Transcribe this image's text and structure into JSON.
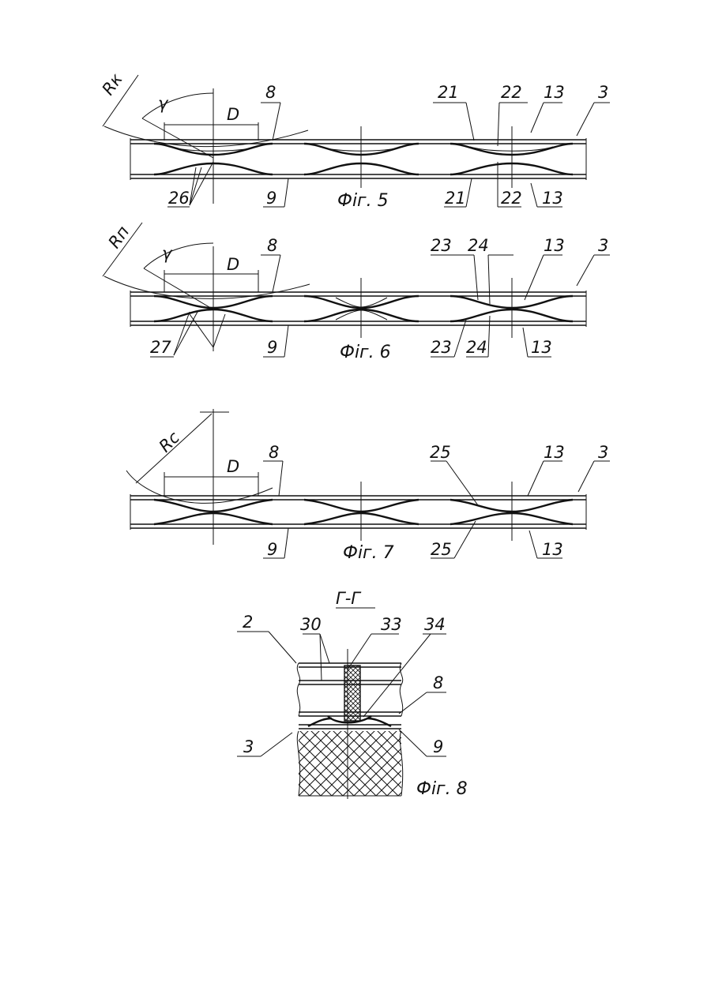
{
  "fig5": {
    "caption": "Фiг. 5",
    "labels": {
      "rk": "Rк",
      "gamma": "γ",
      "d": "D",
      "l8": "8",
      "l21a": "21",
      "l22a": "22",
      "l13a": "13",
      "l3": "3",
      "l26": "26",
      "l9": "9",
      "l21b": "21",
      "l22b": "22",
      "l13b": "13"
    }
  },
  "fig6": {
    "caption": "Фiг. 6",
    "labels": {
      "rn": "Rп",
      "gamma": "γ",
      "d": "D",
      "l8": "8",
      "l23a": "23",
      "l24a": "24",
      "l13a": "13",
      "l3": "3",
      "l27": "27",
      "l9": "9",
      "l23b": "23",
      "l24b": "24",
      "l13b": "13"
    }
  },
  "fig7": {
    "caption": "Фiг. 7",
    "labels": {
      "rc": "Rс",
      "d": "D",
      "l8": "8",
      "l25a": "25",
      "l13a": "13",
      "l3": "3",
      "l9": "9",
      "l25b": "25",
      "l13b": "13"
    }
  },
  "fig8": {
    "caption": "Фiг. 8",
    "section": "Г-Г",
    "labels": {
      "l2": "2",
      "l30": "30",
      "l33": "33",
      "l34": "34",
      "l8": "8",
      "l3": "3",
      "l9": "9"
    }
  }
}
